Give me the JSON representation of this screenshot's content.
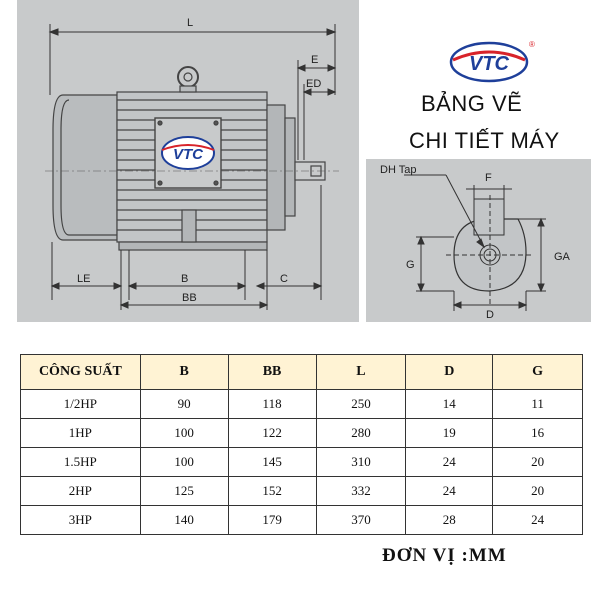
{
  "brand": {
    "text": "VTC",
    "registered": "®",
    "colors": {
      "blue": "#1e3f9a",
      "red": "#d8232a"
    }
  },
  "title": {
    "line1": "BẢNG VẼ",
    "line2": "CHI TIẾT MÁY"
  },
  "motor_dims": {
    "L": "L",
    "E": "E",
    "ED": "ED",
    "LE": "LE",
    "B": "B",
    "BB": "BB",
    "C": "C"
  },
  "shaft_dims": {
    "DH": "DH Tap",
    "F": "F",
    "G": "G",
    "GA": "GA",
    "D": "D"
  },
  "table": {
    "headers": [
      "CÔNG SUẤT",
      "B",
      "BB",
      "L",
      "D",
      "G"
    ],
    "rows": [
      [
        "1/2HP",
        "90",
        "118",
        "250",
        "14",
        "11"
      ],
      [
        "1HP",
        "100",
        "122",
        "280",
        "19",
        "16"
      ],
      [
        "1.5HP",
        "100",
        "145",
        "310",
        "24",
        "20"
      ],
      [
        "2HP",
        "125",
        "152",
        "332",
        "24",
        "20"
      ],
      [
        "3HP",
        "140",
        "179",
        "370",
        "28",
        "24"
      ]
    ]
  },
  "unit_note": "ĐƠN VỊ :MM"
}
